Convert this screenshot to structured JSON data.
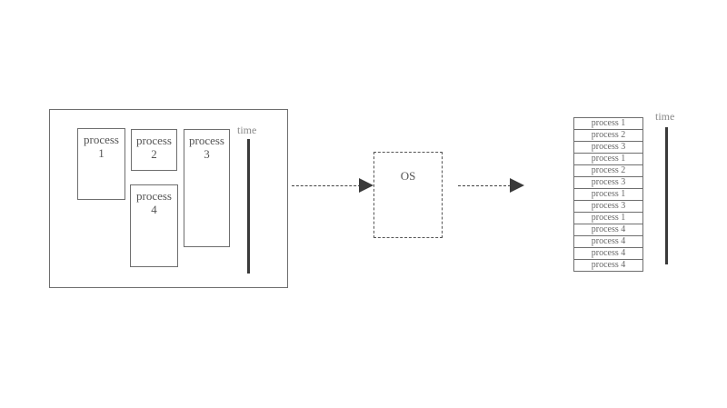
{
  "panel": {
    "processes": [
      {
        "label": "process",
        "num": "1"
      },
      {
        "label": "process",
        "num": "2"
      },
      {
        "label": "process",
        "num": "3"
      },
      {
        "label": "process",
        "num": "4"
      }
    ],
    "time_label": "time"
  },
  "os": {
    "label": "OS"
  },
  "timeline": {
    "items": [
      "process 1",
      "process 2",
      "process 3",
      "process 1",
      "process 2",
      "process 3",
      "process 1",
      "process 3",
      "process 1",
      "process 4",
      "process 4",
      "process 4",
      "process 4"
    ],
    "time_label": "time"
  }
}
